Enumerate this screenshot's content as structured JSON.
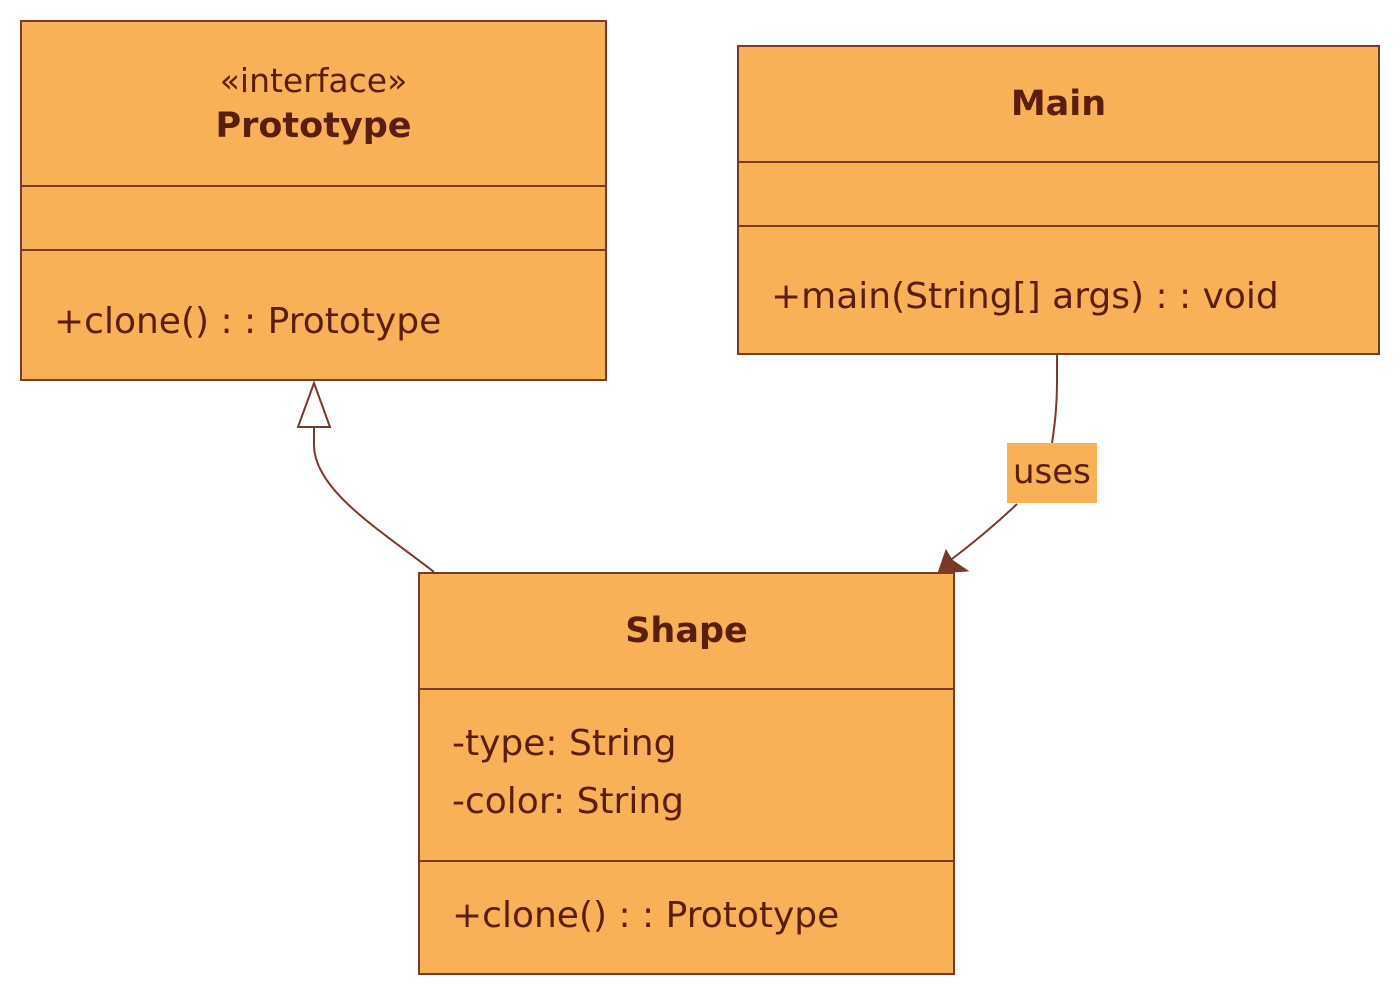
{
  "colors": {
    "box_fill": "#f8b157",
    "stroke": "#7a3a2a",
    "text": "#5a1e0e"
  },
  "classes": {
    "prototype": {
      "stereotype": "«interface»",
      "name": "Prototype",
      "attributes": [],
      "methods": [
        "+clone() : : Prototype"
      ]
    },
    "main": {
      "name": "Main",
      "attributes": [],
      "methods": [
        "+main(String[] args) : : void"
      ]
    },
    "shape": {
      "name": "Shape",
      "attributes": [
        "-type: String",
        "-color: String"
      ],
      "methods": [
        "+clone() : : Prototype"
      ]
    }
  },
  "relations": [
    {
      "from": "Shape",
      "to": "Prototype",
      "kind": "realization",
      "label": ""
    },
    {
      "from": "Main",
      "to": "Shape",
      "kind": "association",
      "label": "uses"
    }
  ]
}
